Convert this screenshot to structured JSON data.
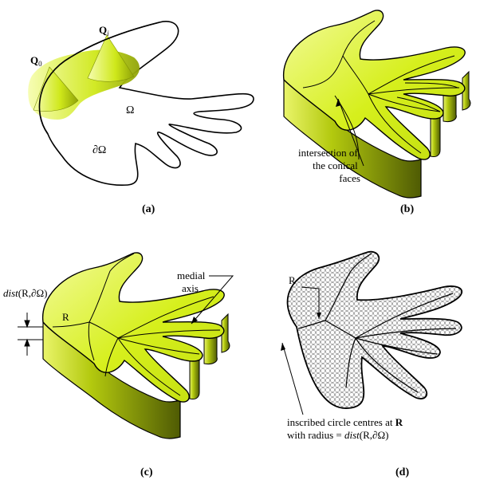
{
  "panels": {
    "a": {
      "caption": "(a)",
      "labels": {
        "q_i_main": "Q",
        "q_i_sub": "i",
        "q0_main": "Q",
        "q0_sub": "0",
        "omega": "Ω",
        "boundary": "∂Ω"
      }
    },
    "b": {
      "caption": "(b)",
      "annotation": [
        "intersection of",
        "the conical",
        "faces"
      ]
    },
    "c": {
      "caption": "(c)",
      "dist_label": {
        "func": "dist",
        "args": "(R,∂Ω)"
      },
      "point_label": "R",
      "medial_label": [
        "medial",
        "axis"
      ]
    },
    "d": {
      "caption": "(d)",
      "point_label": "R",
      "annotation_line1": {
        "text": "inscribed circle centres at ",
        "bold": "R"
      },
      "annotation_line2": {
        "text": "with radius = ",
        "func": "dist",
        "args": "(R,∂Ω)"
      }
    }
  },
  "colors": {
    "surface": "#d6ef1c",
    "surface_light": "#ecf88a",
    "side_dark": "#6a7a06",
    "side_mid": "#9cb00c",
    "outline": "#000000"
  }
}
